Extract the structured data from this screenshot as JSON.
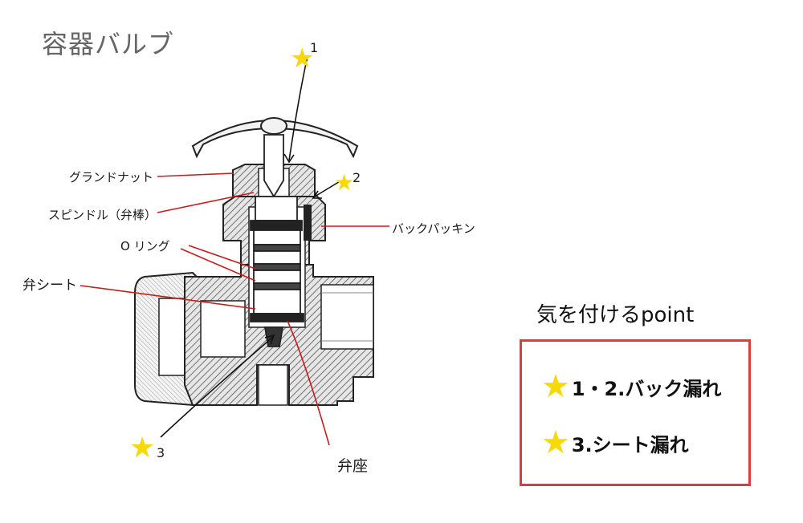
{
  "title": "容器バルブ",
  "labels": {
    "gland_nut": "グランドナット",
    "spindle": "スピンドル（弁棒）",
    "o_ring": "O リング",
    "valve_sheet": "弁シート",
    "back_packing": "バックパッキン",
    "valve_seat": "弁座"
  },
  "markers": {
    "m1": "1",
    "m2": "2",
    "m3": "3"
  },
  "checkpoints": {
    "title": "気を付けるpoint",
    "items": [
      "1・2.バック漏れ",
      "3.シート漏れ"
    ]
  },
  "colors": {
    "star": "#f5d90a",
    "box_border": "#e03a3a",
    "leader_red": "#c41e1e"
  }
}
